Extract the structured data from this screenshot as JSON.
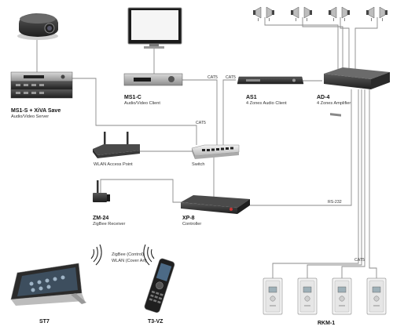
{
  "devices": {
    "ms1s": {
      "name": "MS1-S + XiVA Save",
      "sub": "Audio/Video Server"
    },
    "ms1c": {
      "name": "MS1-C",
      "sub": "Audio/Video Client"
    },
    "as1": {
      "name": "AS1",
      "sub": "4 Zones Audio Client"
    },
    "ad4": {
      "name": "AD-4",
      "sub": "4 Zones Amplifier"
    },
    "wlan": {
      "name": "",
      "sub": "WLAN Access Point"
    },
    "switch": {
      "name": "",
      "sub": "Switch"
    },
    "zm24": {
      "name": "ZM-24",
      "sub": "ZigBee Receiver"
    },
    "xp8": {
      "name": "XP-8",
      "sub": "Controller"
    },
    "st7": {
      "name": "ST7",
      "sub": ""
    },
    "t3vz": {
      "name": "T3-VZ",
      "sub": ""
    },
    "rkm1": {
      "name": "RKM-1",
      "sub": ""
    }
  },
  "cables": {
    "cat5_ms1c": "CAT5",
    "cat5_as1": "CAT5",
    "cat5_server": "CAT5",
    "rs232": "RS-232",
    "cat5_keypads": "CAT5"
  },
  "wireless": {
    "line1": "ZigBee (Control)",
    "line2": "WLAN (Cover Art)"
  }
}
